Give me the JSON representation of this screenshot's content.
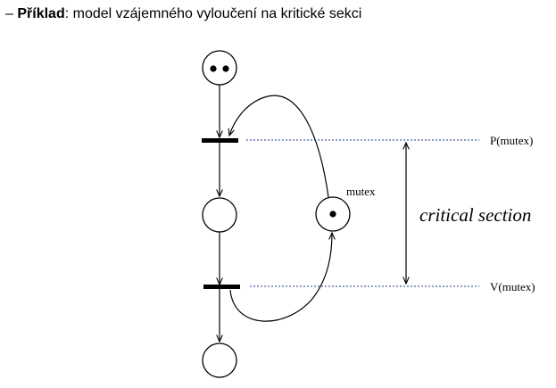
{
  "heading": {
    "dash": "–",
    "bold": "Příklad",
    "rest": ": model vzájemného vyloučení na kritické sekci"
  },
  "diagram": {
    "labels": {
      "p_mutex": "P(mutex)",
      "v_mutex": "V(mutex)",
      "mutex": "mutex",
      "critical_section": "critical section"
    },
    "places": [
      {
        "id": "start",
        "tokens": 2
      },
      {
        "id": "critical",
        "tokens": 0
      },
      {
        "id": "mutex",
        "tokens": 1
      },
      {
        "id": "end",
        "tokens": 0
      }
    ],
    "transitions": [
      "p_mutex",
      "v_mutex"
    ],
    "colors": {
      "stroke": "#000000",
      "guide": "#1f3a93"
    }
  }
}
